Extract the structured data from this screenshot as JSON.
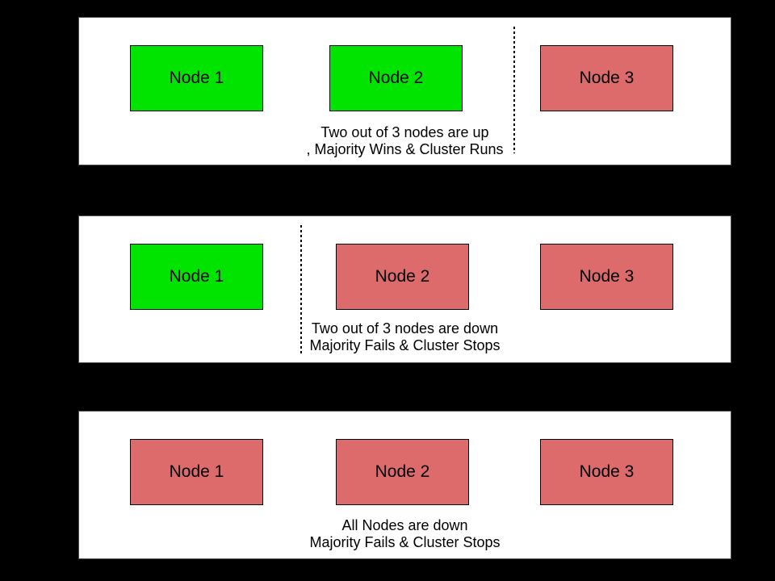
{
  "colors": {
    "background": "#000000",
    "panel_bg": "#ffffff",
    "panel_border": "#4d4d4d",
    "node_up_fill": "#00e400",
    "node_down_fill": "#dd6b6b",
    "node_border": "#000000",
    "caption_text": "#000000"
  },
  "panels": [
    {
      "name": "two-nodes-up",
      "nodes": [
        {
          "label": "Node 1",
          "status": "up"
        },
        {
          "label": "Node 2",
          "status": "up"
        },
        {
          "label": "Node 3",
          "status": "down"
        }
      ],
      "caption": {
        "line1": "Two out of 3 nodes are up",
        "line2": ", Majority Wins & Cluster Runs"
      },
      "divider": "between-node-2-and-node-3"
    },
    {
      "name": "two-nodes-down",
      "nodes": [
        {
          "label": "Node 1",
          "status": "up"
        },
        {
          "label": "Node 2",
          "status": "down"
        },
        {
          "label": "Node 3",
          "status": "down"
        }
      ],
      "caption": {
        "line1": "Two out of 3 nodes are down",
        "line2": "Majority Fails & Cluster Stops"
      },
      "divider": "between-node-1-and-node-2"
    },
    {
      "name": "all-nodes-down",
      "nodes": [
        {
          "label": "Node 1",
          "status": "down"
        },
        {
          "label": "Node 2",
          "status": "down"
        },
        {
          "label": "Node 3",
          "status": "down"
        }
      ],
      "caption": {
        "line1": "All Nodes are down",
        "line2": "Majority Fails & Cluster Stops"
      },
      "divider": null
    }
  ]
}
